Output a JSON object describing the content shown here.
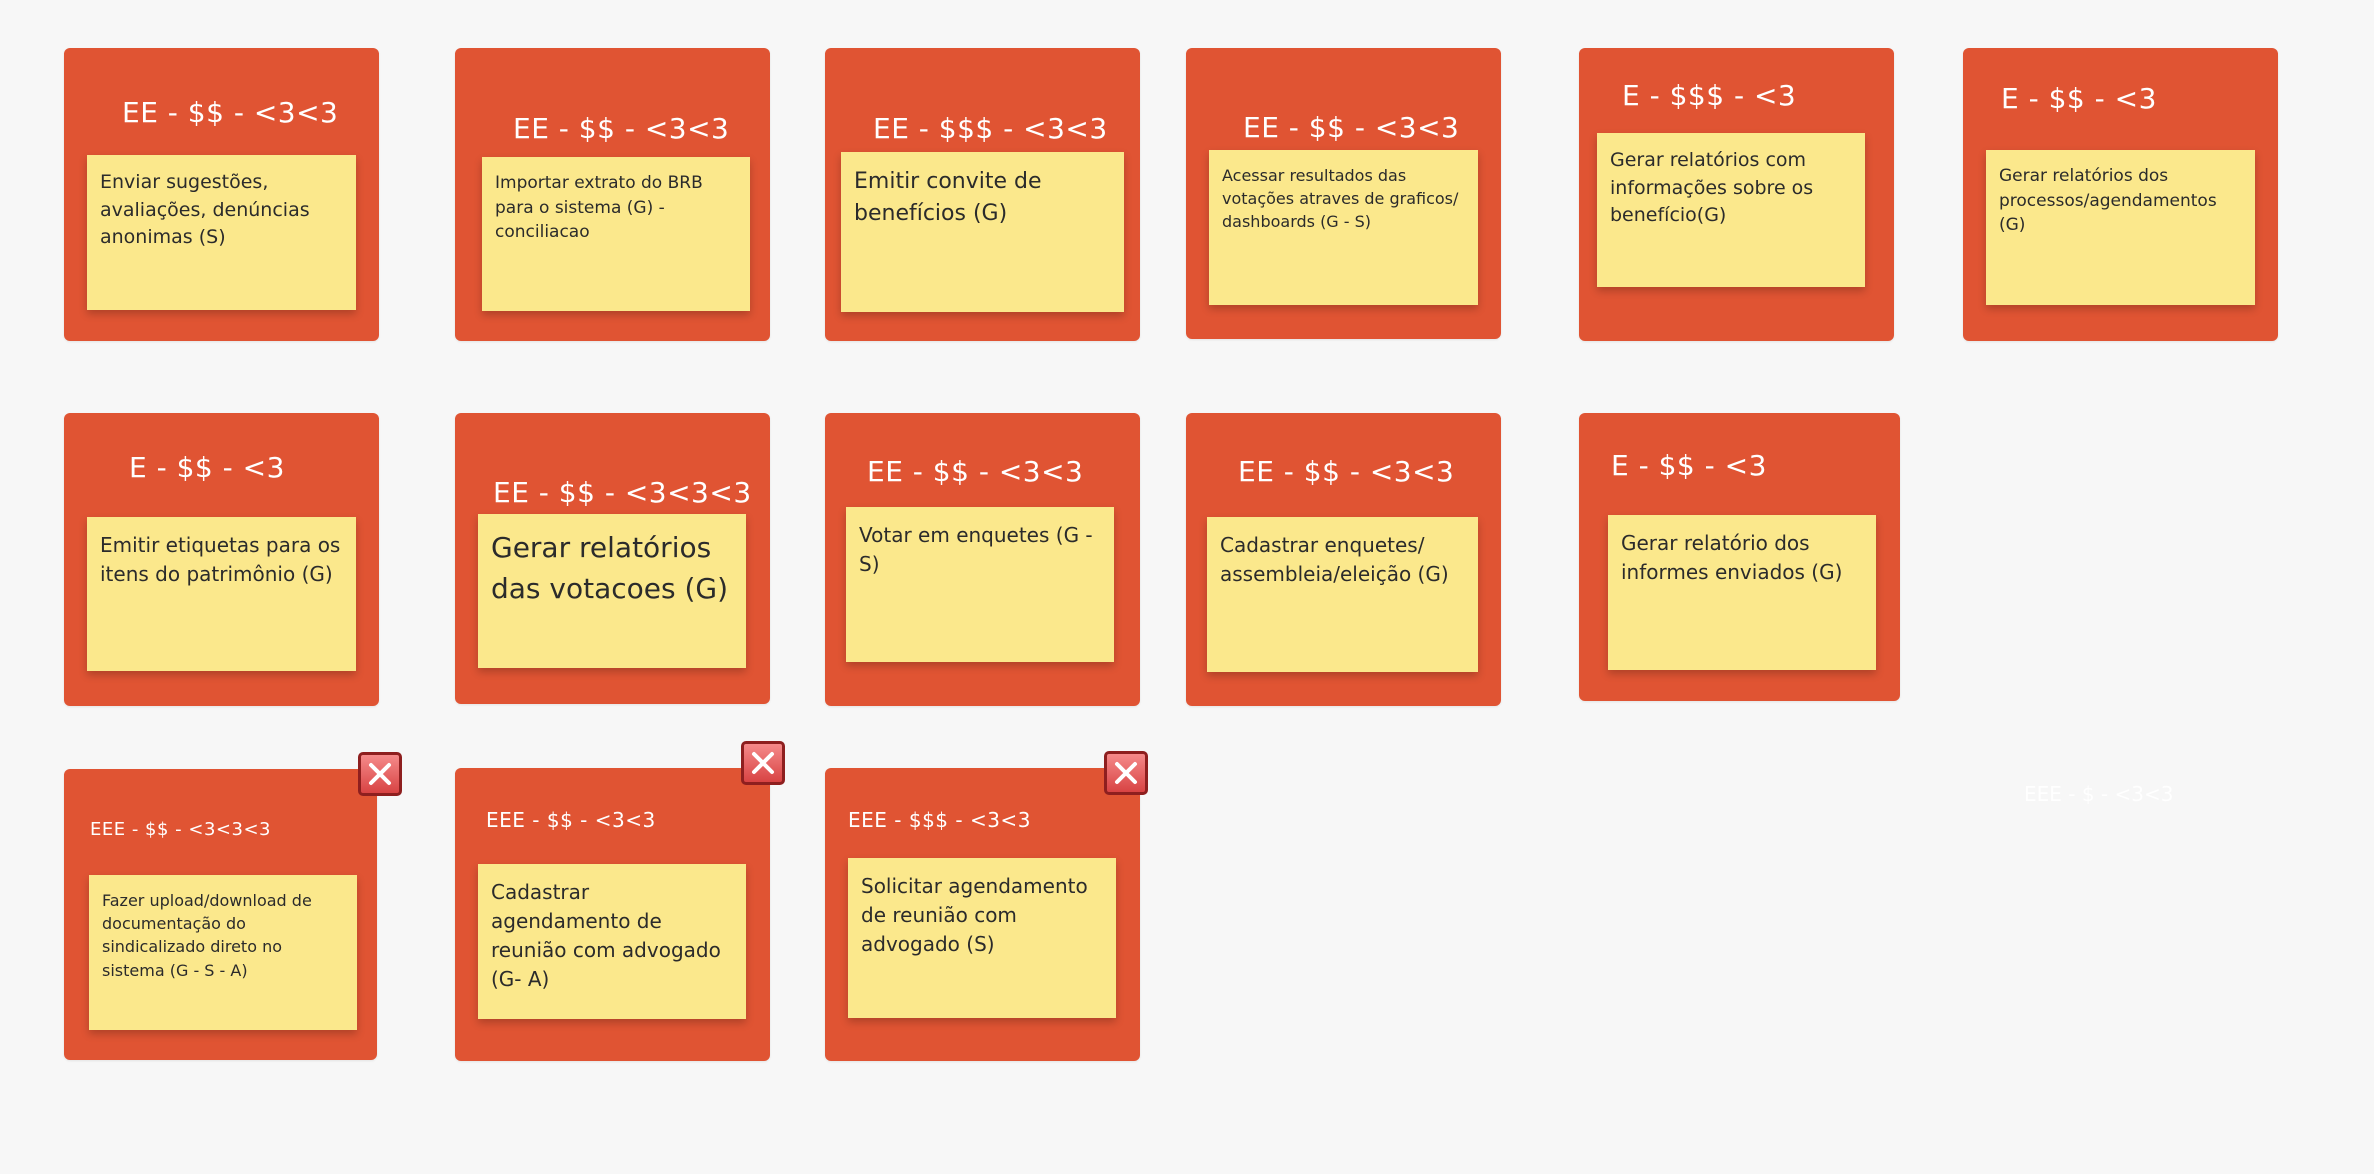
{
  "board": {
    "cards": [
      {
        "title": "EE - $$ - <3<3",
        "text": "Enviar sugestões, avaliações, denúncias anonimas (S)"
      },
      {
        "title": "EE - $$ - <3<3",
        "text": "Importar extrato do BRB para o sistema (G) - conciliacao"
      },
      {
        "title": "EE - $$$ - <3<3",
        "text": "Emitir convite de benefícios (G)"
      },
      {
        "title": "EE - $$ - <3<3",
        "text": "Acessar resultados das votações atraves de graficos/ dashboards (G - S)"
      },
      {
        "title": "E - $$$ - <3",
        "text": "Gerar relatórios com informações sobre os benefício(G)"
      },
      {
        "title": "E - $$ - <3",
        "text": "Gerar relatórios dos processos/agendamentos (G)"
      },
      {
        "title": "E - $$ - <3",
        "text": "Emitir etiquetas para os itens do patrimônio (G)"
      },
      {
        "title": "EE - $$ - <3<3<3",
        "text": "Gerar relatórios das votacoes  (G)"
      },
      {
        "title": "EE - $$ - <3<3",
        "text": "Votar em enquetes (G - S)"
      },
      {
        "title": "EE - $$ - <3<3",
        "text": "Cadastrar enquetes/ assembleia/eleição (G)"
      },
      {
        "title": "E - $$ - <3",
        "text": "Gerar relatório dos informes enviados (G)"
      },
      {
        "title": "EEE - $$ - <3<3<3",
        "text": "Fazer upload/download de documentação do sindicalizado direto no sistema (G - S - A)"
      },
      {
        "title": "EEE - $$ - <3<3",
        "text": "Cadastrar agendamento de reunião com advogado (G- A)"
      },
      {
        "title": "EEE - $$$ - <3<3",
        "text": "Solicitar agendamento de reunião com advogado (S)"
      }
    ],
    "ghost_label": "EEE - $ - <3<3",
    "delete_icon": "close-icon",
    "colors": {
      "card": "#e05433",
      "sticky": "#fbe88c",
      "background": "#f7f7f7"
    }
  }
}
